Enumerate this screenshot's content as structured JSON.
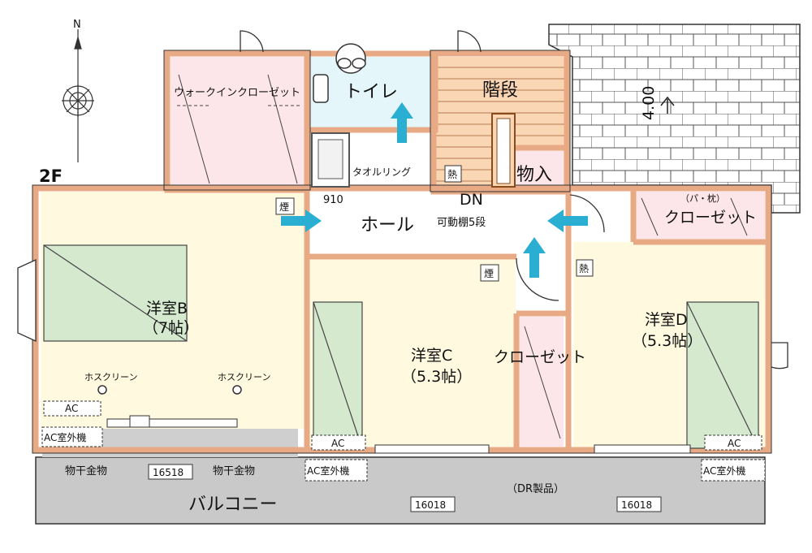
{
  "floor_label": "2F",
  "compass_n": "N",
  "rooms": {
    "walk_in_closet": "ウォークインクローゼット",
    "toilet": "トイレ",
    "stairs": "階段",
    "storage": "物入",
    "hall": "ホール",
    "closet_d": "クローゼット",
    "closet_c": "クローゼット",
    "room_b_name": "洋室B",
    "room_b_size": "（7帖）",
    "room_c_name": "洋室C",
    "room_c_size": "（5.3帖）",
    "room_d_name": "洋室D",
    "room_d_size": "（5.3帖）",
    "balcony": "バルコニー"
  },
  "labels": {
    "towel_ring": "タオルリング",
    "dim_910": "910",
    "dn": "DN",
    "shelf": "可動棚5段",
    "smoke": "煙",
    "heat": "熱",
    "pillow": "（パ・枕）",
    "hos_screen": "ホスクリーン",
    "ac": "AC",
    "ac_outdoor": "AC室外機",
    "laundry_hardware": "物干金物",
    "dr_product": "（DR製品）",
    "window_16518": "16518",
    "window_16018": "16018",
    "roof_slope": "4.00"
  },
  "colors": {
    "wall": "#e8aa84",
    "bedroom": "#fff9df",
    "closet": "#fde6ea",
    "toilet": "#e5f6fb",
    "stairs": "#fbd6b4",
    "bed": "#d5e9cf",
    "balcony": "#c9c9c9",
    "vent_arrow": "#2aaed1"
  }
}
